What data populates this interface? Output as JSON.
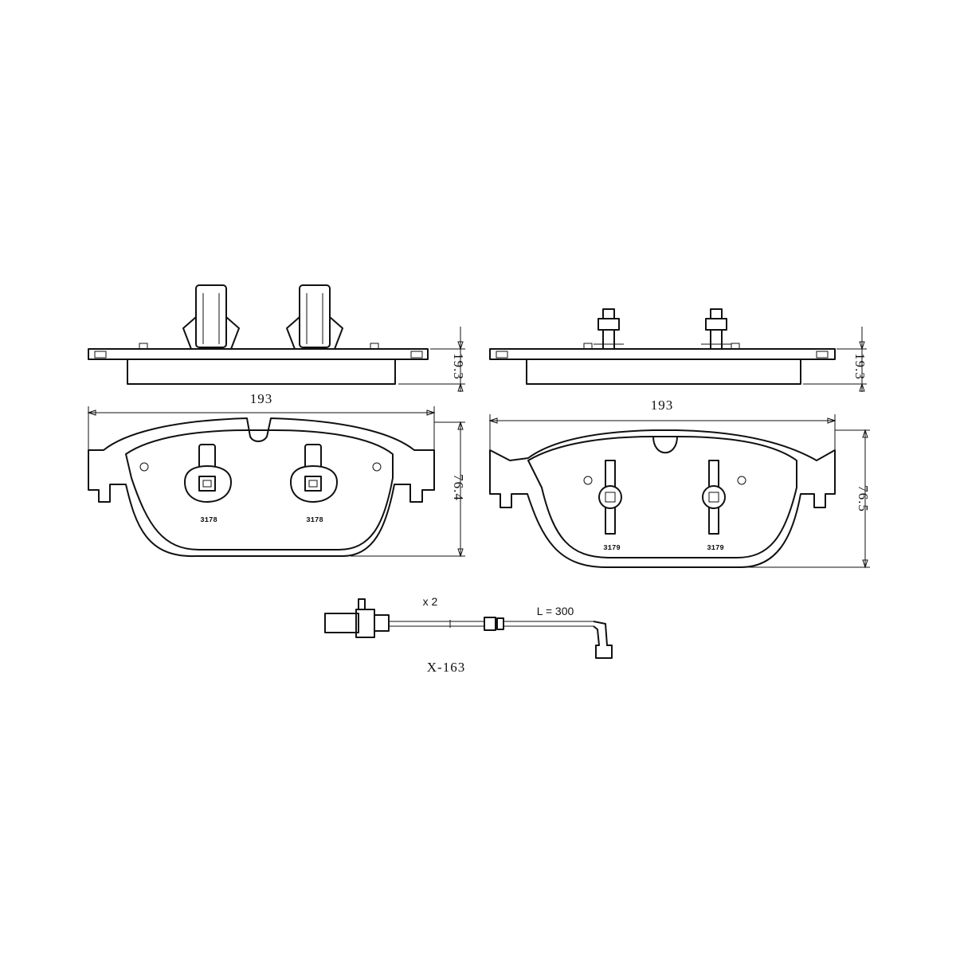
{
  "left_pad": {
    "thickness": "19.3",
    "width": "193",
    "height": "76.4",
    "clip_code_left": "3178",
    "clip_code_right": "3178"
  },
  "right_pad": {
    "thickness": "19.3",
    "width": "193",
    "height": "76.5",
    "clip_code_left": "3179",
    "clip_code_right": "3179"
  },
  "sensor": {
    "quantity": "x 2",
    "length": "L = 300",
    "part_number": "X-163"
  }
}
